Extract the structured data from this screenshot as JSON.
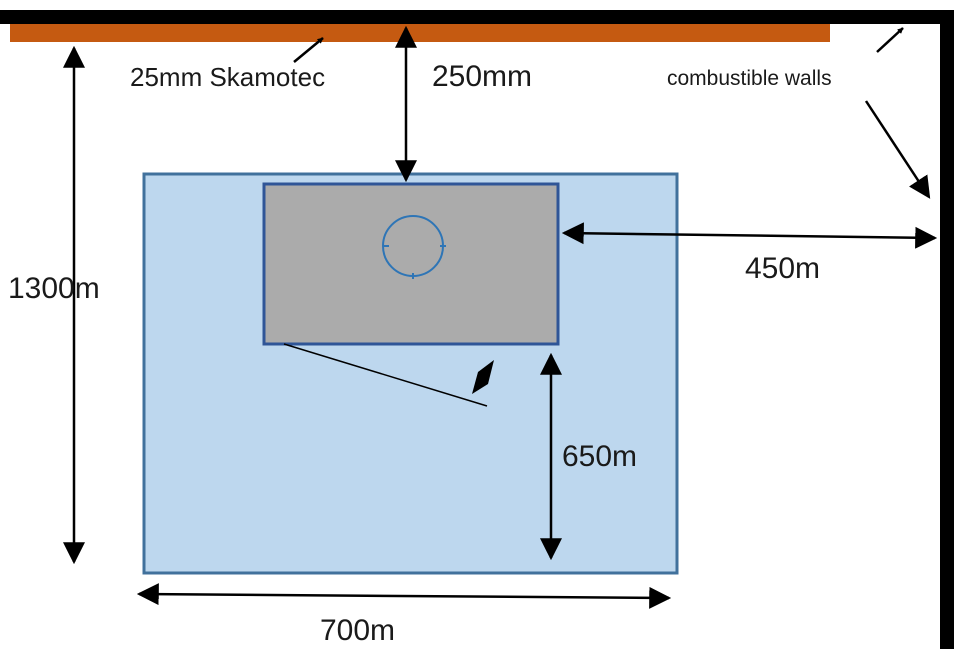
{
  "diagram": {
    "labels": {
      "skamotec": "25mm Skamotec",
      "top_clearance": "250mm",
      "walls": "combustible walls",
      "side_clearance": "450m",
      "total_depth": "1300m",
      "front_clearance": "650m",
      "hearth_width": "700m"
    },
    "colors": {
      "wall": "#000000",
      "skamotec_board": "#C55A11",
      "hearth": "#BDD7EE",
      "hearth_border": "#41719C",
      "stove": "#ABABAB",
      "stove_border": "#2F5597",
      "flue": "#2E75B6",
      "arrow": "#000000"
    }
  }
}
